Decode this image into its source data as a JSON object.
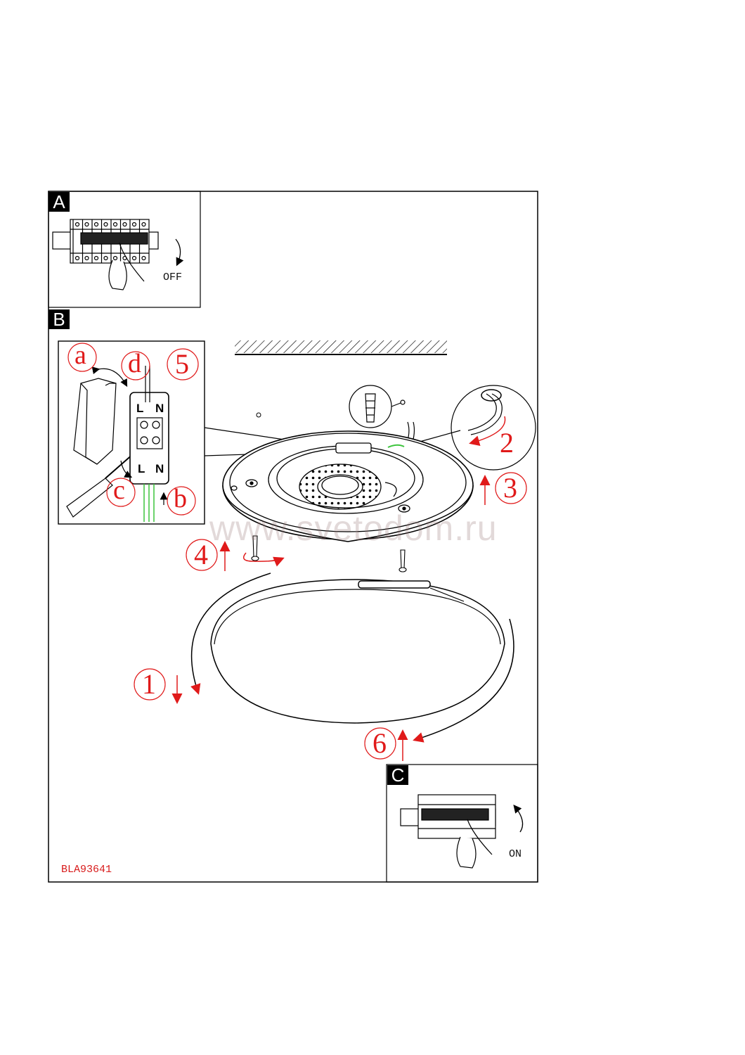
{
  "panels": {
    "a": "A",
    "b": "B",
    "c": "C"
  },
  "switch_states": {
    "off": "OFF",
    "on": "ON"
  },
  "steps": [
    "1",
    "2",
    "3",
    "4",
    "5",
    "6"
  ],
  "substeps": [
    "a",
    "b",
    "c",
    "d"
  ],
  "terminal_labels": {
    "top_l": "L",
    "top_n": "N",
    "bottom_l": "L",
    "bottom_n": "N"
  },
  "model_code": "BLA93641",
  "watermark": "www.svetodom.ru",
  "colors": {
    "annotation_red": "#e01a1a",
    "wire_green": "#3cc43c",
    "line": "#000000"
  }
}
